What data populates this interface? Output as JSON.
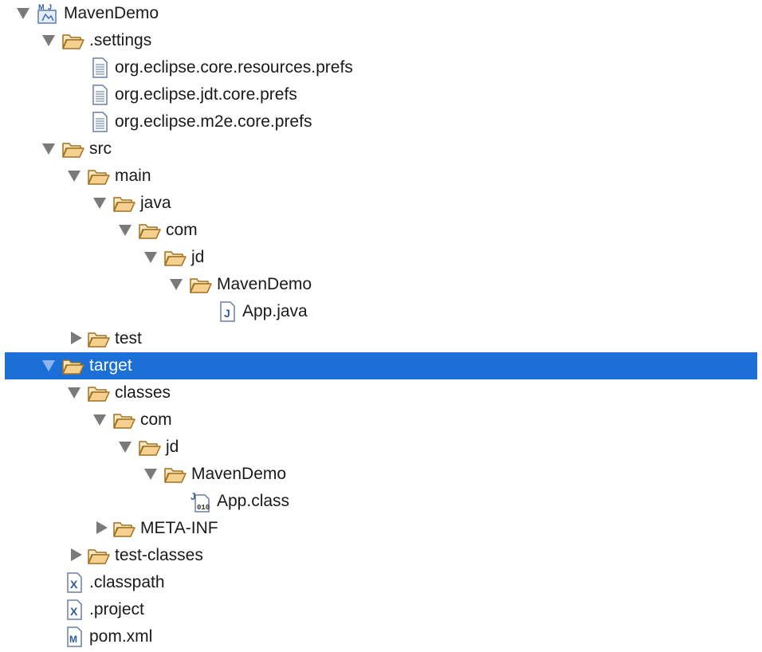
{
  "tree": {
    "project": {
      "label": "MavenDemo",
      "icon": "maven-project-icon"
    },
    "settings": {
      "label": ".settings",
      "icon": "folder-open-icon"
    },
    "prefs_resources": {
      "label": "org.eclipse.core.resources.prefs",
      "icon": "text-file-icon"
    },
    "prefs_jdt": {
      "label": "org.eclipse.jdt.core.prefs",
      "icon": "text-file-icon"
    },
    "prefs_m2e": {
      "label": "org.eclipse.m2e.core.prefs",
      "icon": "text-file-icon"
    },
    "src": {
      "label": "src",
      "icon": "folder-open-icon"
    },
    "main": {
      "label": "main",
      "icon": "folder-open-icon"
    },
    "java": {
      "label": "java",
      "icon": "folder-open-icon"
    },
    "src_com": {
      "label": "com",
      "icon": "folder-open-icon"
    },
    "src_jd": {
      "label": "jd",
      "icon": "folder-open-icon"
    },
    "src_mavendemo": {
      "label": "MavenDemo",
      "icon": "folder-open-icon"
    },
    "app_java": {
      "label": "App.java",
      "icon": "java-file-icon"
    },
    "test": {
      "label": "test",
      "icon": "folder-open-icon"
    },
    "target": {
      "label": "target",
      "icon": "folder-open-icon",
      "selected": true
    },
    "classes": {
      "label": "classes",
      "icon": "folder-open-icon"
    },
    "cls_com": {
      "label": "com",
      "icon": "folder-open-icon"
    },
    "cls_jd": {
      "label": "jd",
      "icon": "folder-open-icon"
    },
    "cls_mavendemo": {
      "label": "MavenDemo",
      "icon": "folder-open-icon"
    },
    "app_class": {
      "label": "App.class",
      "icon": "class-file-icon"
    },
    "meta_inf": {
      "label": "META-INF",
      "icon": "folder-open-icon"
    },
    "test_classes": {
      "label": "test-classes",
      "icon": "folder-open-icon"
    },
    "classpath": {
      "label": ".classpath",
      "icon": "xml-file-icon"
    },
    "project_file": {
      "label": ".project",
      "icon": "xml-file-icon"
    },
    "pom": {
      "label": "pom.xml",
      "icon": "maven-pom-icon"
    }
  },
  "colors": {
    "selection": "#1b6fd6",
    "folder_fill": "#f6dca6",
    "folder_stroke": "#a0701e",
    "twisty": "#7a7a7a"
  }
}
